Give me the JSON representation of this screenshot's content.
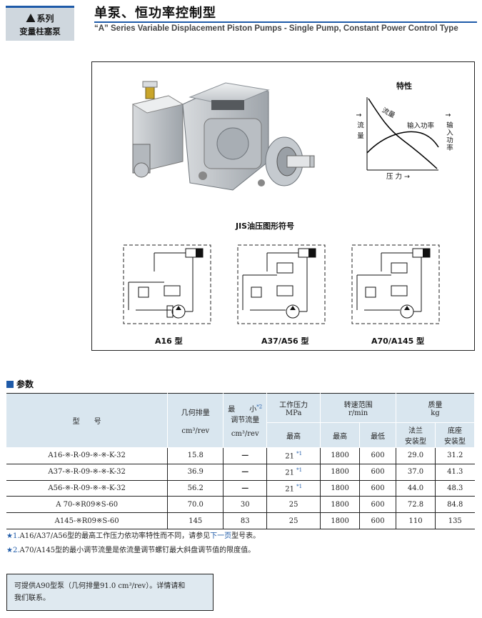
{
  "header": {
    "series": "系列",
    "category": "变量柱塞泵",
    "title": "单泵、恒功率控制型",
    "subtitle": "“A” Series Variable Displacement Piston Pumps - Single Pump, Constant Power Control Type"
  },
  "figure": {
    "characteristic": {
      "title": "特性",
      "flow_label": "流量",
      "flow_axis": "流 量",
      "input_power_label": "输入功率",
      "input_power_axis": "输入功率",
      "pressure_axis": "压 力 →"
    },
    "jis_title": "JIS油压图形符号",
    "circuits": [
      {
        "label": "A16 型"
      },
      {
        "label": "A37/A56 型"
      },
      {
        "label": "A70/A145 型"
      }
    ]
  },
  "section": {
    "title": "参数"
  },
  "table": {
    "headers": {
      "model": "型　　号",
      "displacement": "几何排量",
      "displacement_unit": "cm³/rev",
      "min_flow_a": "最　　小",
      "min_flow_b": "调节流量",
      "min_flow_unit": "cm³/rev",
      "pressure": "工作压力",
      "pressure_unit": "MPa",
      "pressure_max": "最高",
      "speed": "转速范围",
      "speed_unit": "r/min",
      "speed_max": "最高",
      "speed_min": "最低",
      "mass": "质量",
      "mass_unit": "kg",
      "flange_a": "法兰",
      "flange_b": "安装型",
      "foot_a": "底座",
      "foot_b": "安装型"
    },
    "rows": [
      {
        "model": "A16-※-R-09-※-※-K-32",
        "displacement": "15.8",
        "min_flow": "—",
        "pressure": "21",
        "star": "*1",
        "speed_max": "1800",
        "speed_min": "600",
        "flange": "29.0",
        "foot": "31.2"
      },
      {
        "model": "A37-※-R-09-※-※-K-32",
        "displacement": "36.9",
        "min_flow": "—",
        "pressure": "21",
        "star": "*1",
        "speed_max": "1800",
        "speed_min": "600",
        "flange": "37.0",
        "foot": "41.3"
      },
      {
        "model": "A56-※-R-09-※-※-K-32",
        "displacement": "56.2",
        "min_flow": "—",
        "pressure": "21",
        "star": "*1",
        "speed_max": "1800",
        "speed_min": "600",
        "flange": "44.0",
        "foot": "48.3"
      },
      {
        "model": "A 70-※R09※S-60",
        "displacement": "70.0",
        "min_flow": "30",
        "pressure": "25",
        "star": "",
        "speed_max": "1800",
        "speed_min": "600",
        "flange": "72.8",
        "foot": "84.8"
      },
      {
        "model": "A145-※R09※S-60",
        "displacement": "145",
        "min_flow": "83",
        "pressure": "25",
        "star": "",
        "speed_max": "1800",
        "speed_min": "600",
        "flange": "110",
        "foot": "135"
      }
    ]
  },
  "notes": {
    "n1_mark": "★1.",
    "n1_a": "A16/A37/A56型的最高工作压力依功率特性而不同，请参见",
    "n1_link": "下一页",
    "n1_b": "型号表。",
    "n2_mark": "★2.",
    "n2": "A70/A145型的最小调节流量是依流量调节螺钉最大斜盘调节值的限度值。"
  },
  "callout": {
    "line1": "可提供A90型泵（几何排量91.0 cm³/rev）。详情请和",
    "line2": "我们联系。"
  },
  "colors": {
    "accent": "#1e5aa8",
    "header_fill": "#d9e6ef",
    "callout_fill": "#dfe9f0"
  }
}
